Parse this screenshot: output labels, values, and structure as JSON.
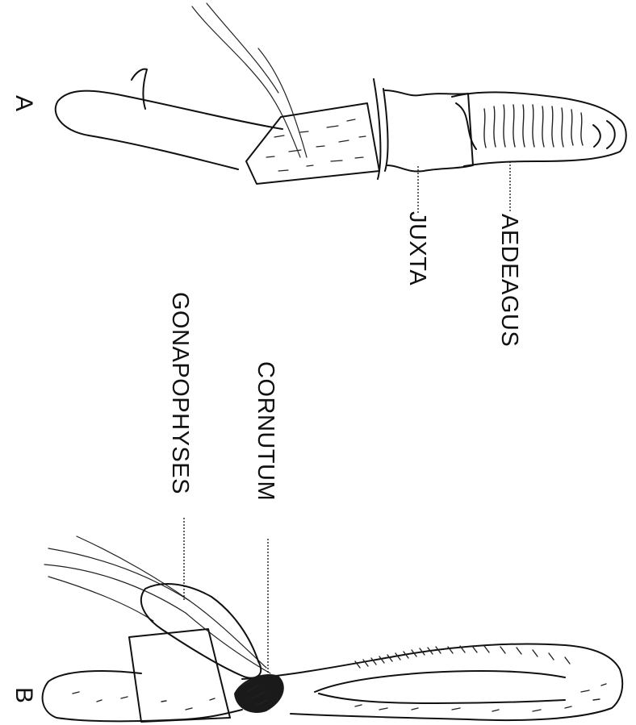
{
  "panels": {
    "a": "A",
    "b": "B"
  },
  "labels": {
    "aedeagus": "AEDEAGUS",
    "juxta": "JUXTA",
    "gonapophyses": "GONAPOPHYSES",
    "cornutum": "CORNUTUM"
  },
  "colors": {
    "ink": "#111111",
    "background": "#ffffff"
  }
}
